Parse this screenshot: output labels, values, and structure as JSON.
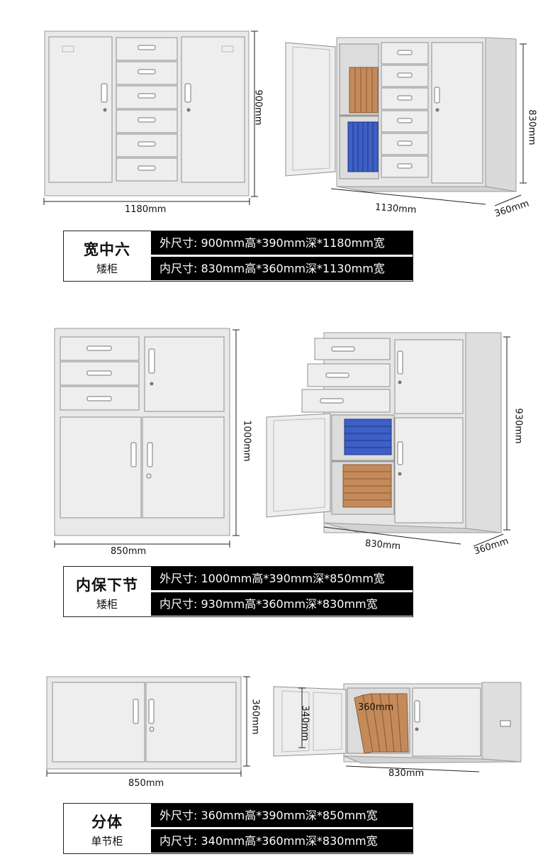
{
  "sections": [
    {
      "name_line1": "宽中六",
      "name_line2": "矮柜",
      "outer": "外尺寸: 900mm高*390mm深*1180mm宽",
      "inner": "内尺寸: 830mm高*360mm深*1130mm宽",
      "front_width": "1180mm",
      "front_height": "900mm",
      "open_width": "1130mm",
      "open_height": "830mm",
      "open_depth": "360mm"
    },
    {
      "name_line1": "内保下节",
      "name_line2": "矮柜",
      "outer": "外尺寸: 1000mm高*390mm深*850mm宽",
      "inner": "内尺寸:  930mm高*360mm深*830mm宽",
      "front_width": "850mm",
      "front_height": "1000mm",
      "open_width": "830mm",
      "open_height": "930mm",
      "open_depth": "360mm"
    },
    {
      "name_line1": "分体",
      "name_line2": "单节柜",
      "outer": "外尺寸: 360mm高*390mm深*850mm宽",
      "inner": "内尺寸: 340mm高*360mm深*830mm宽",
      "front_width": "850mm",
      "front_height": "360mm",
      "open_width": "830mm",
      "open_height": "340mm",
      "open_depth": "360mm"
    }
  ],
  "colors": {
    "cabinet_body": "#e8e8e8",
    "cabinet_face": "#eeeeee",
    "cabinet_edge": "#9a9a9a",
    "folder_blue": "#3c5fc8",
    "folder_brown": "#c58a5a",
    "spec_bar": "#000000"
  }
}
